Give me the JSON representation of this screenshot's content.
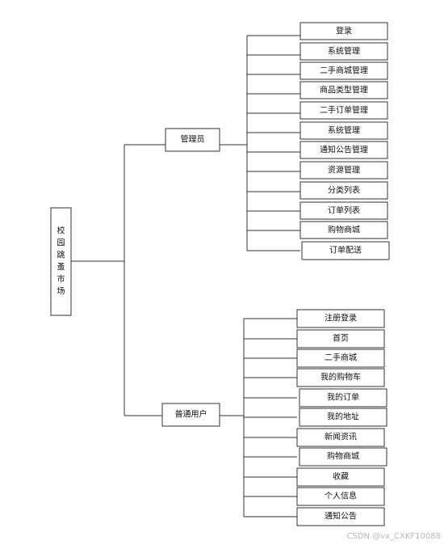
{
  "root": {
    "label": "校园跳蚤市场"
  },
  "groups": [
    {
      "label": "管理员",
      "children": [
        "登录",
        "系统管理",
        "二手商城管理",
        "商品类型管理",
        "二手订单管理",
        "系统管理",
        "通知公告管理",
        "资源管理",
        "分类列表",
        "订单列表",
        "购物商城",
        "订单配送"
      ]
    },
    {
      "label": "普通用户",
      "children": [
        "注册登录",
        "首页",
        "二手商城",
        "我的购物车",
        "我的订单",
        "我的地址",
        "新闻资讯",
        "购物商城",
        "收藏",
        "个人信息",
        "通知公告"
      ]
    }
  ],
  "watermark": "CSDN @vx_CXKF10088"
}
